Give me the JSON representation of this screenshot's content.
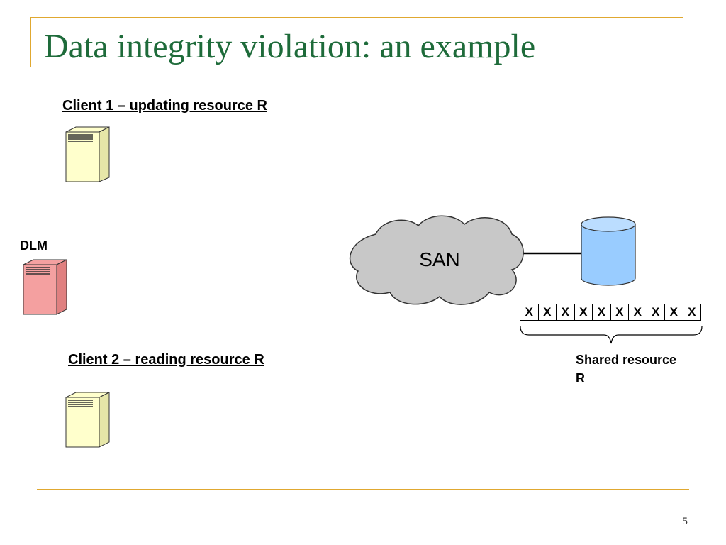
{
  "slide": {
    "title": "Data integrity violation: an example",
    "page_number": "5"
  },
  "diagram": {
    "client1_label": "Client 1 – updating resource R",
    "client2_label": "Client 2 – reading resource R",
    "dlm_label": "DLM",
    "san_label": "SAN",
    "shared_resource_label": "Shared resource R",
    "resource_cells": [
      "X",
      "X",
      "X",
      "X",
      "X",
      "X",
      "X",
      "X",
      "X",
      "X"
    ]
  },
  "colors": {
    "title": "#1E6B3A",
    "frame": "#E0A830",
    "client_server_fill": "#FFFFCC",
    "dlm_server_fill": "#F4A0A0",
    "cloud_fill": "#C8C8C8",
    "disk_fill": "#99CCFF"
  },
  "icons": {
    "client1": "server-icon",
    "client2": "server-icon",
    "dlm": "server-icon",
    "san": "cloud-icon",
    "storage": "database-cylinder-icon"
  }
}
